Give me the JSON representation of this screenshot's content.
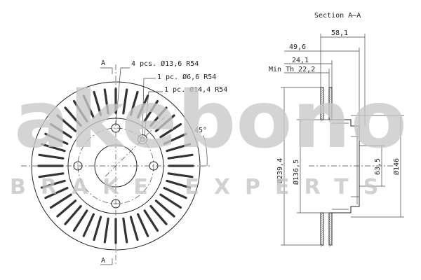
{
  "section_title": "Section A–A",
  "section_marker": "A",
  "holes": {
    "bolt": "4 pcs. Ø13,6  R54",
    "pin": "1 pc. Ø6,6  R54",
    "hub": "1 pc. Ø14,4  R54"
  },
  "angle": "45°",
  "dims": {
    "total_height": "58,1",
    "disc_height": "49,6",
    "thickness": "24,1",
    "min_th": "Min Th 22,2",
    "outer_dia": "Ø239,4",
    "hat_dia": "Ø136,5",
    "center_bore": "63,5",
    "hub_dia": "Ø146"
  },
  "watermark": {
    "logo": "akebono",
    "tagline": "BRAKE EXPERTS"
  },
  "colors": {
    "line": "#222222",
    "watermark": "#c8c8c8"
  }
}
